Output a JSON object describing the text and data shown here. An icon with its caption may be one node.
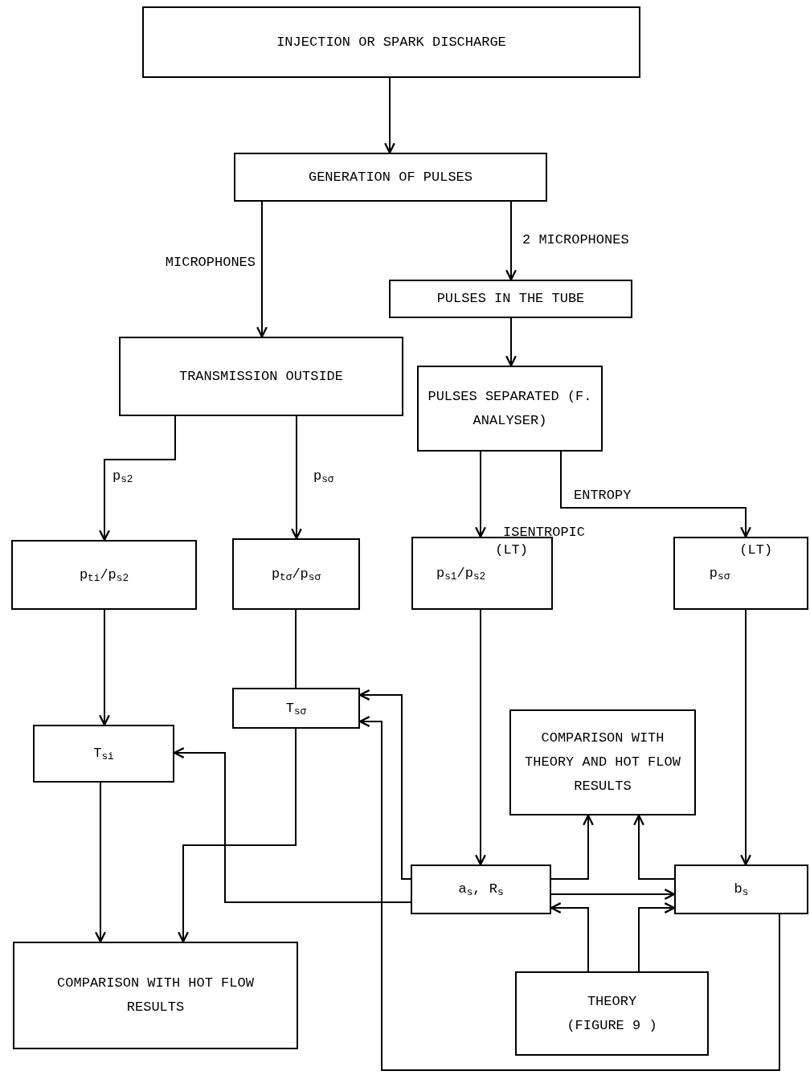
{
  "diagram": {
    "nodes": [
      {
        "text": [
          "INJECTION OR SPARK DISCHARGE"
        ]
      },
      {
        "text": [
          "GENERATION OF PULSES"
        ]
      },
      {
        "text": [
          "PULSES IN THE TUBE"
        ]
      },
      {
        "text": [
          "TRANSMISSION OUTSIDE"
        ]
      },
      {
        "text": [
          "PULSES SEPARATED (F. ANALYSER)"
        ]
      },
      {
        "text": [
          "p$_{t}$$_{i}$/p$_{s}$$_{2}$"
        ]
      },
      {
        "text": [
          "p$_{t}$$_{σ}$/p$_{s}$$_{σ}$"
        ]
      },
      {
        "text": [
          "p$_{s}$$_{1}$/p$_{s}$$_{2}$",
          "(LT)"
        ]
      },
      {
        "text": [
          "p$_{s}$$_{σ}$",
          "(LT)"
        ]
      },
      {
        "text": [
          "T$_{s}$$_{σ}$"
        ]
      },
      {
        "text": [
          "T$_{s}$$_{i}$"
        ]
      },
      {
        "text": [
          "COMPARISON WITH THEORY AND HOT FLOW RESULTS"
        ]
      },
      {
        "text": [
          "a$_{s}$, R$_{s}$"
        ]
      },
      {
        "text": [
          "b$_{s}$"
        ]
      },
      {
        "text": [
          "COMPARISON WITH HOT FLOW RESULTS"
        ]
      },
      {
        "text": [
          "THEORY",
          "(FIGURE 9 )"
        ]
      }
    ],
    "edges": [
      {
        "from": 0,
        "to": 1,
        "arrow": "to"
      },
      {
        "from": 1,
        "to": 3,
        "arrow": "to",
        "label": "MICROPHONES"
      },
      {
        "from": 1,
        "to": 2,
        "arrow": "to",
        "label": "2 MICROPHONES"
      },
      {
        "from": 2,
        "to": 4,
        "arrow": "to"
      },
      {
        "from": 3,
        "to": 5,
        "arrow": "to",
        "label": "p$_{s}$$_{2}$"
      },
      {
        "from": 3,
        "to": 6,
        "arrow": "to",
        "label": "p$_{s}$$_{σ}$"
      },
      {
        "from": 4,
        "to": 7,
        "arrow": "to",
        "label": "ISENTROPIC"
      },
      {
        "from": 4,
        "to": 8,
        "arrow": "to",
        "label": "ENTROPY"
      },
      {
        "from": 5,
        "to": 10,
        "arrow": "to"
      },
      {
        "from": 6,
        "to": 9,
        "arrow": "none"
      },
      {
        "from": 9,
        "to": 14,
        "arrow": "to"
      },
      {
        "from": 10,
        "to": 14,
        "arrow": "to"
      },
      {
        "from": 12,
        "to": 10,
        "arrow": "to"
      },
      {
        "from": 12,
        "to": 9,
        "arrow": "to"
      },
      {
        "from": 13,
        "to": 9,
        "arrow": "to"
      },
      {
        "from": 7,
        "to": 12,
        "arrow": "to"
      },
      {
        "from": 8,
        "to": 13,
        "arrow": "to"
      },
      {
        "from": 12,
        "to": 11,
        "arrow": "to"
      },
      {
        "from": 13,
        "to": 11,
        "arrow": "to"
      },
      {
        "from": 12,
        "to": 13,
        "arrow": "to"
      },
      {
        "from": 15,
        "to": 12,
        "arrow": "to"
      },
      {
        "from": 15,
        "to": 13,
        "arrow": "to"
      }
    ]
  }
}
